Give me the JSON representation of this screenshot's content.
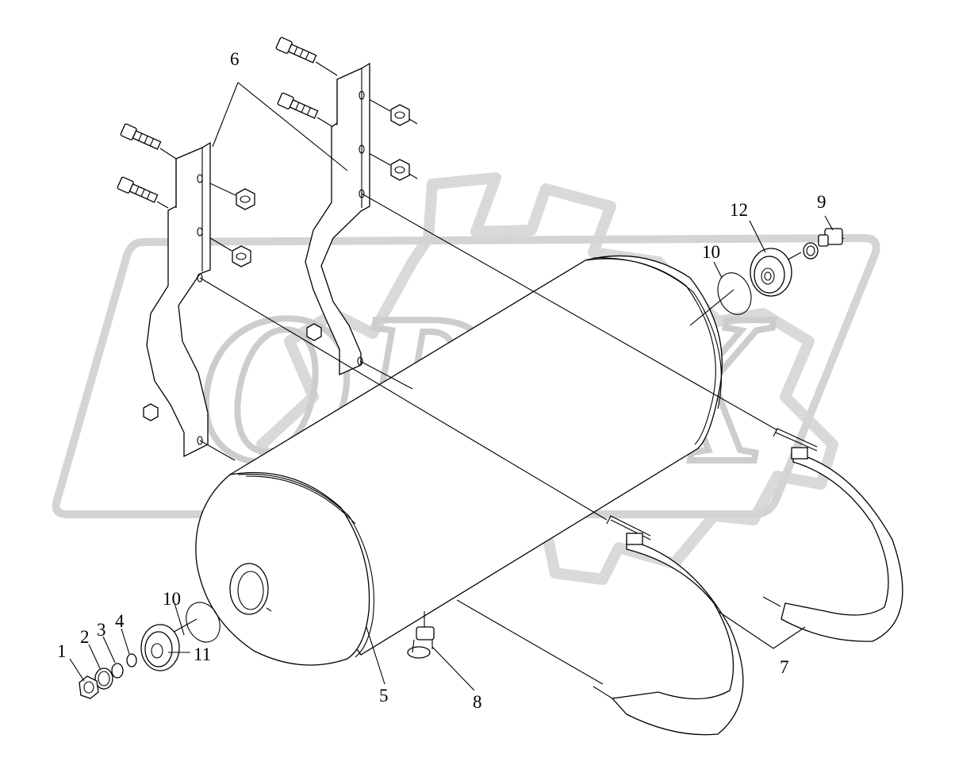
{
  "watermark": {
    "text": "OPEX",
    "gear_color": "#d9d9d9",
    "frame_color": "#d4d4d4"
  },
  "callouts": [
    {
      "id": "c1",
      "label": "1"
    },
    {
      "id": "c2",
      "label": "2"
    },
    {
      "id": "c3",
      "label": "3"
    },
    {
      "id": "c4",
      "label": "4"
    },
    {
      "id": "c5",
      "label": "5"
    },
    {
      "id": "c6",
      "label": "6"
    },
    {
      "id": "c7",
      "label": "7"
    },
    {
      "id": "c8",
      "label": "8"
    },
    {
      "id": "c9",
      "label": "9"
    },
    {
      "id": "c10a",
      "label": "10"
    },
    {
      "id": "c10b",
      "label": "10"
    },
    {
      "id": "c11",
      "label": "11"
    },
    {
      "id": "c12",
      "label": "12"
    }
  ]
}
